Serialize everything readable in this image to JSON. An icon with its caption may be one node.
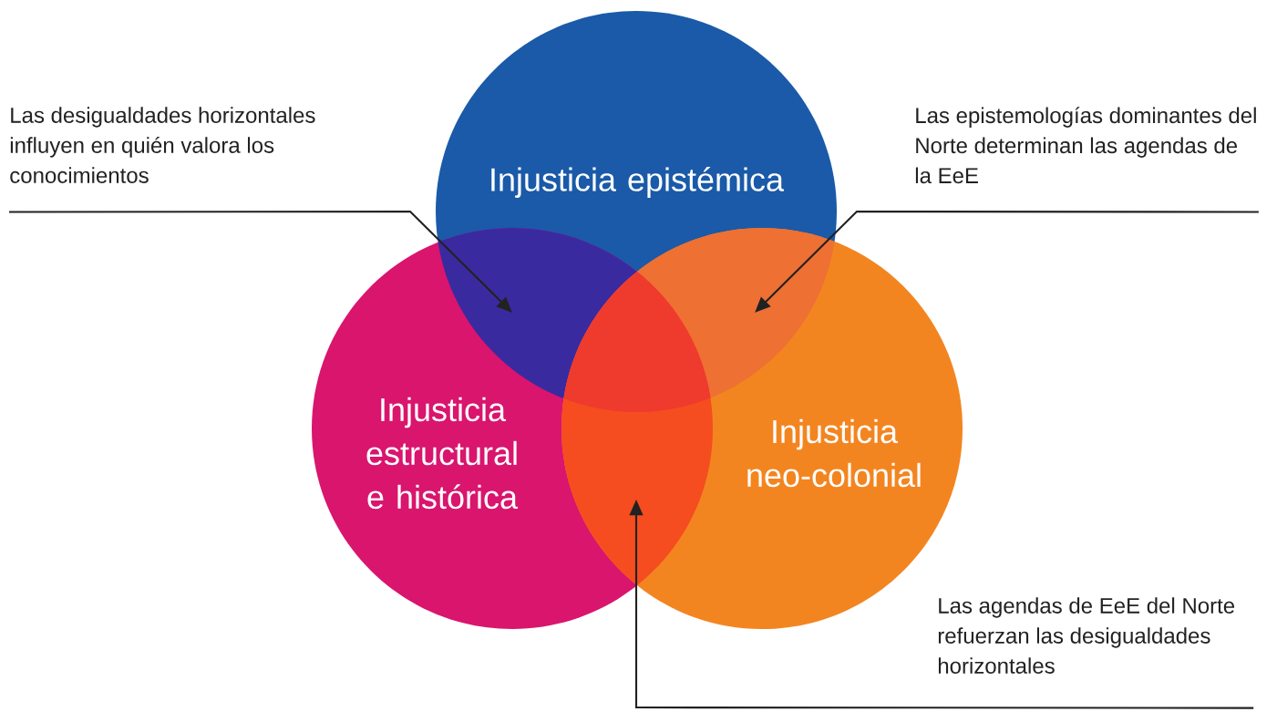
{
  "diagram": {
    "nodes": [
      {
        "text": [
          "Injusticia epistémica"
        ]
      },
      {
        "text": [
          "Injusticia estructural e histórica"
        ]
      },
      {
        "text": [
          "Injusticia neo-colonial"
        ]
      },
      {
        "text": [
          "Las desigualdades horizontales influyen en quién valora los conocimientos"
        ]
      },
      {
        "text": [
          "Las epistemologías dominantes del Norte determinan las agendas de la EeE"
        ]
      },
      {
        "text": [
          "Las agendas de EeE del Norte refuerzan las desigualdades horizontales"
        ]
      }
    ],
    "edges": [
      {
        "from": 3,
        "to": null,
        "arrow": "to"
      },
      {
        "from": 4,
        "to": null,
        "arrow": "to"
      },
      {
        "from": 5,
        "to": null,
        "arrow": "to"
      }
    ]
  }
}
